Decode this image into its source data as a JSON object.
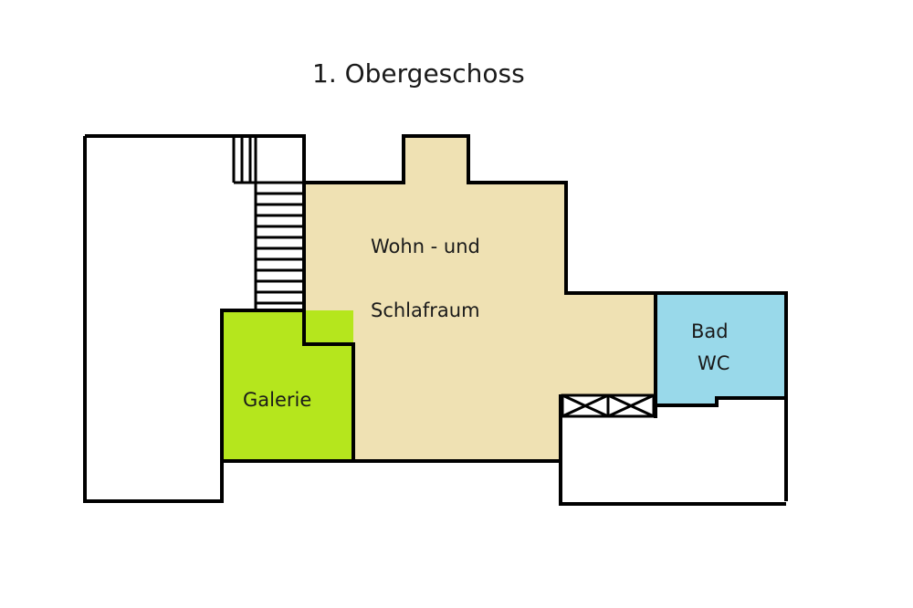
{
  "title": "1. Obergeschoss",
  "rooms": {
    "living": {
      "line1": "Wohn - und",
      "line2": "Schlafraum",
      "color": "#efe1b3"
    },
    "gallery": {
      "label": "Galerie",
      "color": "#b5e61d"
    },
    "bath": {
      "line1": "Bad",
      "line2": "WC",
      "color": "#99d9ea"
    }
  },
  "wall_color": "#000000"
}
